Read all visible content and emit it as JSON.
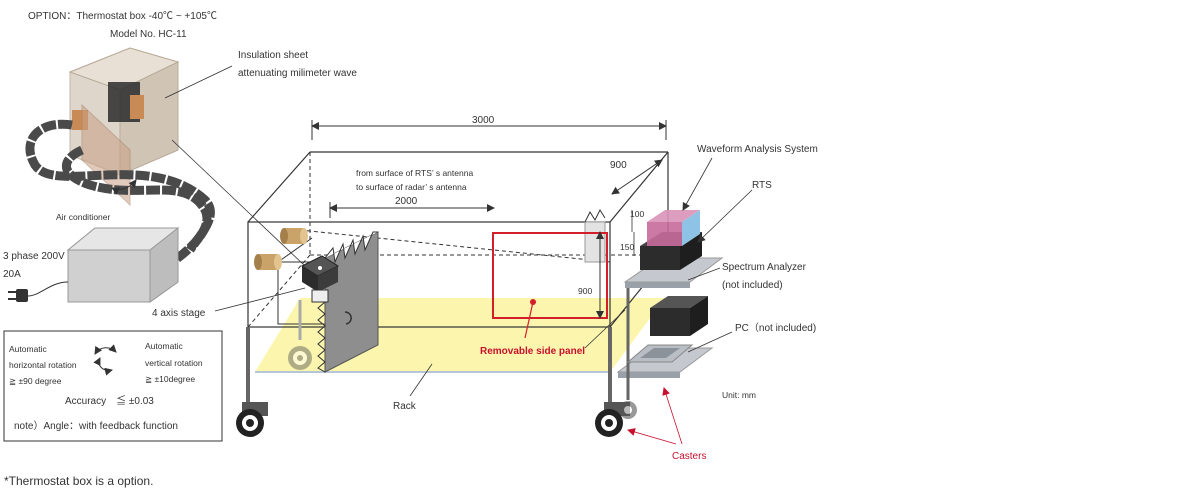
{
  "option": {
    "line1": "OPTION：Thermostat box -40℃ ~ +105℃",
    "line2": "Model No. HC-11"
  },
  "insulation": {
    "line1": "Insulation sheet",
    "line2": "attenuating milimeter wave"
  },
  "air_conditioner": "Air conditioner",
  "power": {
    "line1": "3 phase 200V",
    "line2": "20A"
  },
  "stage": "4 axis stage",
  "dimensions": {
    "length": "3000",
    "depth": "900",
    "height": "900",
    "distance": "2000",
    "d100": "100",
    "d150": "150"
  },
  "distance_note": {
    "line1": "from surface of RTS’ s antenna",
    "line2": "to surface of radar’ s antenna"
  },
  "waveform": "Waveform Analysis System",
  "rts": "RTS",
  "spectrum": {
    "line1": "Spectrum Analyzer",
    "line2": "(not included)"
  },
  "pc": "PC（not included)",
  "removable": "Removable side panel",
  "rack": "Rack",
  "unit": "Unit: mm",
  "casters": "Casters",
  "spec_box": {
    "h_rot": [
      "Automatic",
      "horizontal rotation",
      "≧ ±90 degree"
    ],
    "v_rot": [
      "Automatic",
      "vertical rotation",
      "≧ ±10degree"
    ],
    "accuracy": "Accuracy　≦ ±0.03",
    "note": "note）Angle：with feedback function"
  },
  "footnote": "*Thermostat box is a option.",
  "colors": {
    "removable_panel": "#d41f2a",
    "casters_label": "#c8102e",
    "rack_floor": "#fbf4a4",
    "rts_block": "#c66b9b"
  }
}
